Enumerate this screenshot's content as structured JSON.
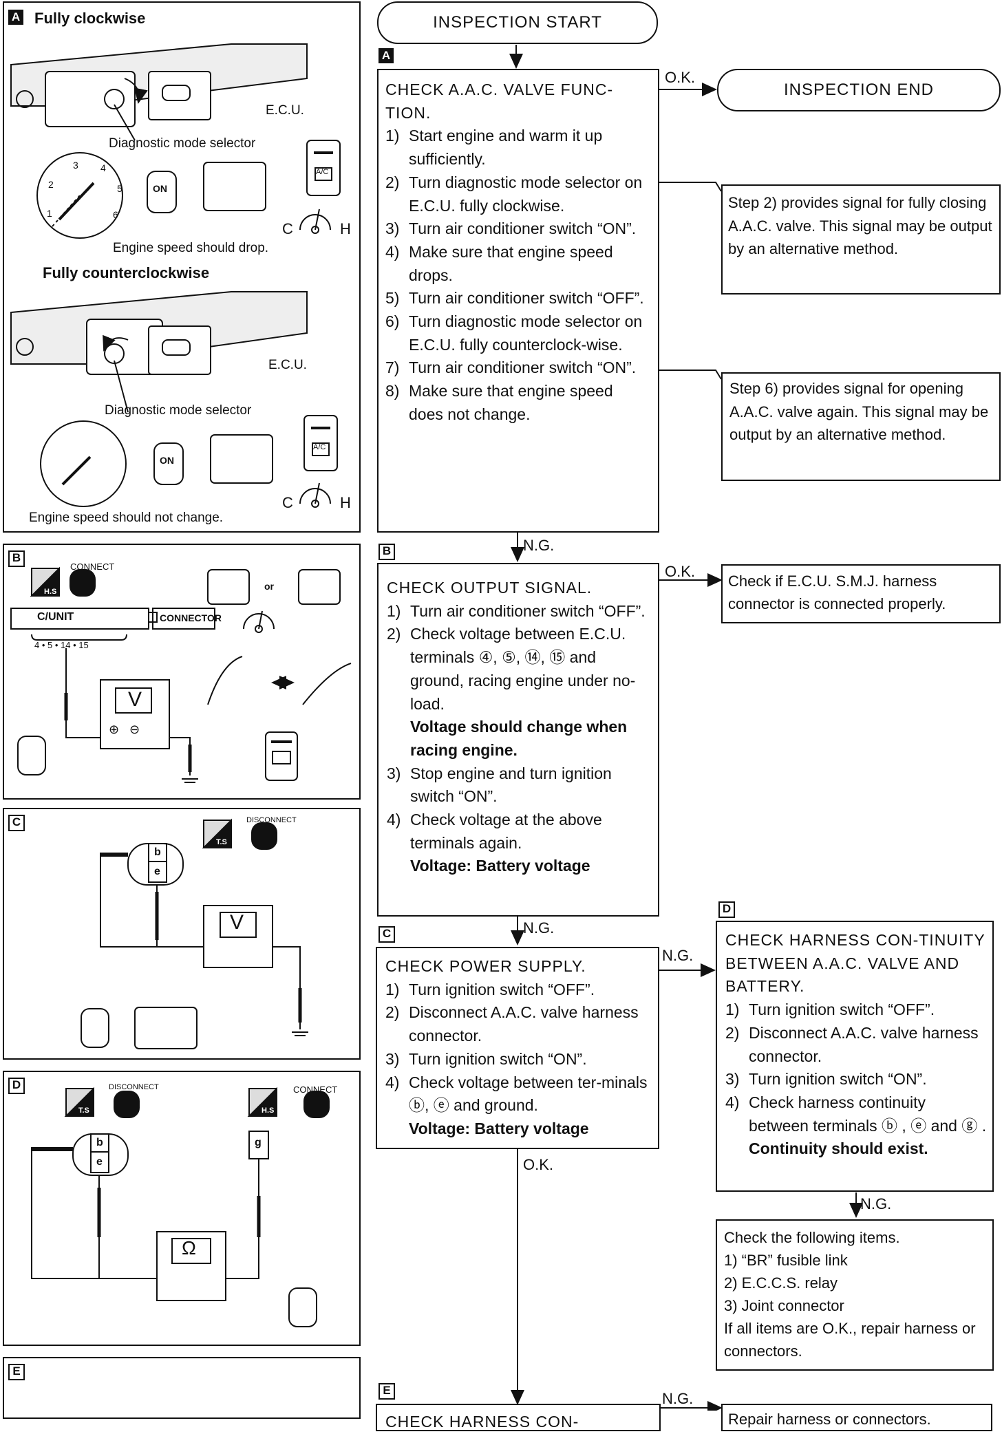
{
  "flow": {
    "start": "INSPECTION START",
    "end": "INSPECTION END",
    "labels": {
      "ok": "O.K.",
      "ng": "N.G."
    },
    "section_a": {
      "tag": "A",
      "title": "CHECK A.A.C. VALVE FUNC-TION.",
      "steps": [
        {
          "n": "1)",
          "text": "Start engine and warm it up sufficiently."
        },
        {
          "n": "2)",
          "text": "Turn diagnostic mode selector on E.C.U. fully clockwise."
        },
        {
          "n": "3)",
          "text": "Turn air conditioner switch “ON”."
        },
        {
          "n": "4)",
          "text": "Make sure that engine speed drops."
        },
        {
          "n": "5)",
          "text": "Turn air conditioner switch “OFF”."
        },
        {
          "n": "6)",
          "text": "Turn diagnostic mode selector on E.C.U. fully counterclock-wise."
        },
        {
          "n": "7)",
          "text": "Turn air conditioner switch “ON”."
        },
        {
          "n": "8)",
          "text": "Make sure that engine speed does not change."
        }
      ],
      "note_step2": "Step 2) provides signal for fully closing A.A.C. valve. This signal may be output by an alternative method.",
      "note_step6": "Step 6) provides signal for opening A.A.C. valve again. This signal may be output by an alternative method."
    },
    "section_b": {
      "tag": "B",
      "title": "CHECK OUTPUT SIGNAL.",
      "steps": [
        {
          "n": "1)",
          "text": "Turn air conditioner switch “OFF”."
        },
        {
          "n": "2)",
          "text": "Check voltage between E.C.U. terminals ④, ⑤, ⑭, ⑮ and ground, racing engine under no-load."
        },
        {
          "n": "3)",
          "text": "Stop engine and turn ignition switch “ON”."
        },
        {
          "n": "4)",
          "text": "Check voltage at the above terminals again."
        }
      ],
      "step2_note": "Voltage should change when racing engine.",
      "step4_note": "Voltage:  Battery voltage",
      "ok_result": "Check if E.C.U. S.M.J. harness connector is connected properly."
    },
    "section_c": {
      "tag": "C",
      "title": "CHECK POWER SUPPLY.",
      "steps": [
        {
          "n": "1)",
          "text": "Turn ignition switch “OFF”."
        },
        {
          "n": "2)",
          "text": "Disconnect A.A.C. valve harness connector."
        },
        {
          "n": "3)",
          "text": "Turn ignition switch “ON”."
        },
        {
          "n": "4)",
          "text": "Check voltage between ter-minals ⓑ, ⓔ and ground."
        }
      ],
      "step4_note": "Voltage:  Battery voltage"
    },
    "section_d": {
      "tag": "D",
      "title": "CHECK HARNESS CON-TINUITY BETWEEN A.A.C. VALVE AND BATTERY.",
      "steps": [
        {
          "n": "1)",
          "text": "Turn ignition switch “OFF”."
        },
        {
          "n": "2)",
          "text": "Disconnect A.A.C. valve harness connector."
        },
        {
          "n": "3)",
          "text": "Turn ignition switch “ON”."
        },
        {
          "n": "4)",
          "text": "Check harness continuity between terminals ⓑ , ⓔ and ⓖ ."
        }
      ],
      "step4_note": "Continuity should exist.",
      "ng_result": {
        "intro": "Check the following items.",
        "items": [
          "1)  “BR” fusible link",
          "2)  E.C.C.S. relay",
          "3)  Joint connector"
        ],
        "outro": "If all items are O.K., repair harness or connectors."
      }
    },
    "section_e": {
      "tag": "E",
      "title_partial": "CHECK HARNESS CON-",
      "ng_partial": "Repair harness or connectors."
    }
  },
  "illustrations": {
    "panel_a": {
      "tag": "A",
      "top_title": "Fully clockwise",
      "ecu": "E.C.U.",
      "selector": "Diagnostic mode selector",
      "drop": "Engine speed should drop.",
      "bottom_title": "Fully counterclockwise",
      "no_change": "Engine speed should not change.",
      "gauge_c": "C",
      "gauge_h": "H",
      "ac": "A/C",
      "on": "ON",
      "tach_numbers": [
        "1",
        "2",
        "3",
        "4",
        "5",
        "6"
      ]
    },
    "panel_b": {
      "tag": "B",
      "connect": "CONNECT",
      "hs": "H.S",
      "c_unit": "C/UNIT",
      "connector": "CONNECTOR",
      "terminals": "4 • 5 • 14 • 15",
      "or": "or",
      "meter": "V",
      "plus": "⊕",
      "minus": "⊖"
    },
    "panel_c": {
      "tag": "C",
      "disconnect": "DISCONNECT",
      "ts": "T.S",
      "meter": "V",
      "b": "b",
      "e": "e"
    },
    "panel_d": {
      "tag": "D",
      "disconnect": "DISCONNECT",
      "connect": "CONNECT",
      "ts": "T.S",
      "hs": "H.S",
      "meter": "Ω",
      "b": "b",
      "e": "e",
      "g": "g"
    },
    "panel_e": {
      "tag": "E"
    }
  }
}
